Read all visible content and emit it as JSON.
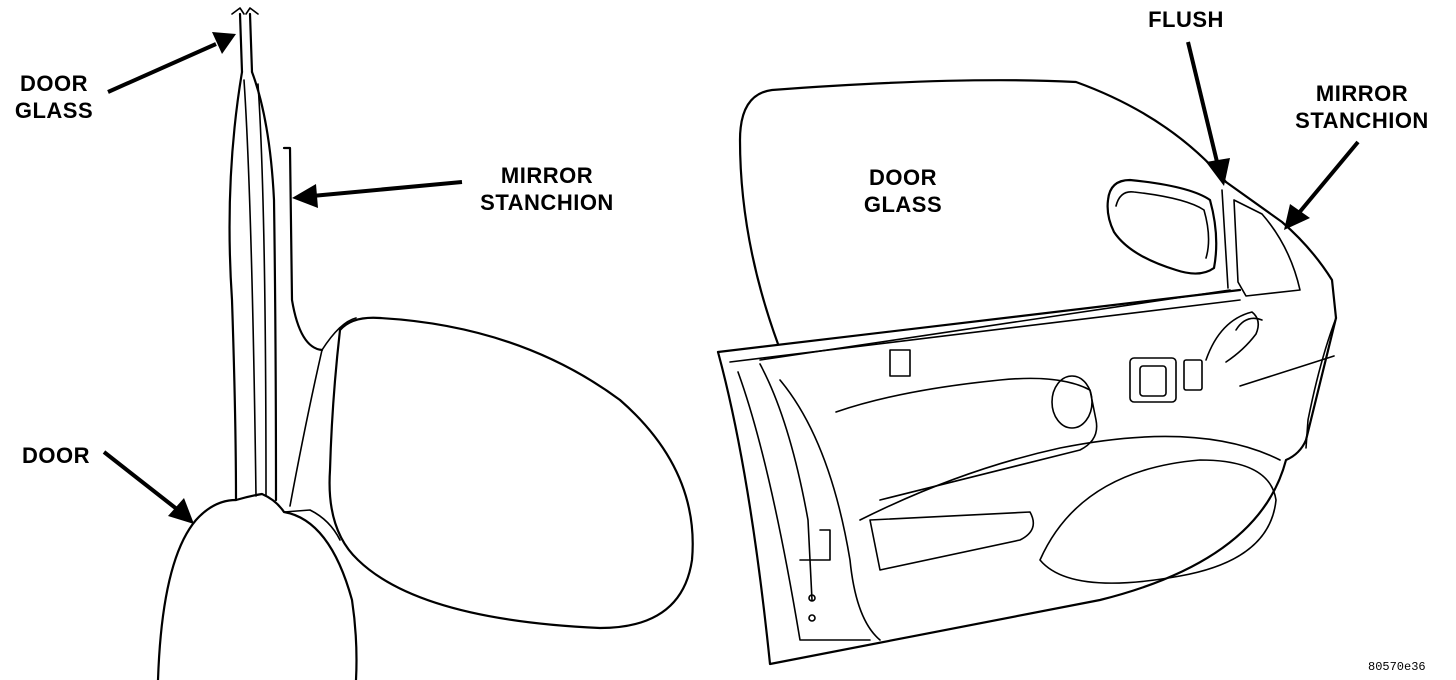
{
  "left_view": {
    "door_glass_label": [
      "DOOR",
      "GLASS"
    ],
    "mirror_stanchion_label": [
      "MIRROR",
      "STANCHION"
    ],
    "door_label": "DOOR"
  },
  "right_view": {
    "flush_label": "FLUSH",
    "door_glass_label": [
      "DOOR",
      "GLASS"
    ],
    "mirror_stanchion_label": [
      "MIRROR",
      "STANCHION"
    ]
  },
  "figure_id": "80570e36",
  "colors": {
    "ink": "#000000",
    "background": "#ffffff"
  }
}
